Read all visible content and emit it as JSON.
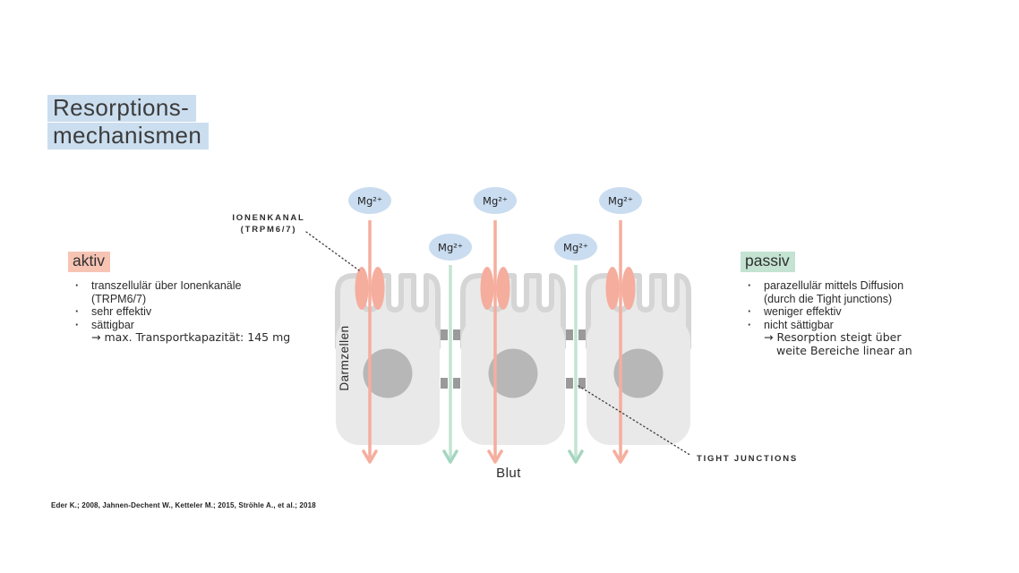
{
  "title": {
    "line1": "Resorptions-",
    "line2": "mechanismen"
  },
  "active_panel": {
    "heading": "aktiv",
    "bullets": [
      {
        "lines": [
          "transzellulär über Ionenkanäle",
          "(TRPM6/7)"
        ]
      },
      {
        "lines": [
          "sehr effektiv"
        ]
      },
      {
        "lines": [
          "sättigbar"
        ],
        "note": [
          "→ max. Transportkapazität: 145 mg"
        ]
      }
    ]
  },
  "passive_panel": {
    "heading": "passiv",
    "bullets": [
      {
        "lines": [
          "parazellulär mittels Diffusion",
          "(durch die Tight junctions)"
        ]
      },
      {
        "lines": [
          "weniger effektiv"
        ]
      },
      {
        "lines": [
          "nicht sättigbar"
        ],
        "note": [
          "→ Resorption steigt über",
          "weite Bereiche linear an"
        ]
      }
    ]
  },
  "diagram": {
    "ion_symbol": "Mg²⁺",
    "ion_channel_label_line1": "IONENKANAL",
    "ion_channel_label_line2": "(TRPM6/7)",
    "tight_junctions_label": "TIGHT JUNCTIONS",
    "cells_label": "Darmzellen",
    "blood_label": "Blut"
  },
  "citation": "Eder K.; 2008, Jahnen-Dechent W., Ketteler M.; 2015, Ströhle A., et al.; 2018",
  "colors": {
    "highlight_blue": "#cbdeef",
    "highlight_salmon": "#f7c4b4",
    "highlight_green": "#c4e3d2",
    "ion_oval_blue": "#c9dcf0",
    "active_arrow_pink": "#f5ae9e",
    "passive_arrow_green": "#a5d6c0",
    "passive_line_green": "#c3e4d2",
    "cell_fill": "#e9e9e9",
    "cell_outline": "#d5d5d5",
    "nucleus_gray": "#b7b7b7",
    "tight_junction_gray": "#9a9a9a"
  }
}
